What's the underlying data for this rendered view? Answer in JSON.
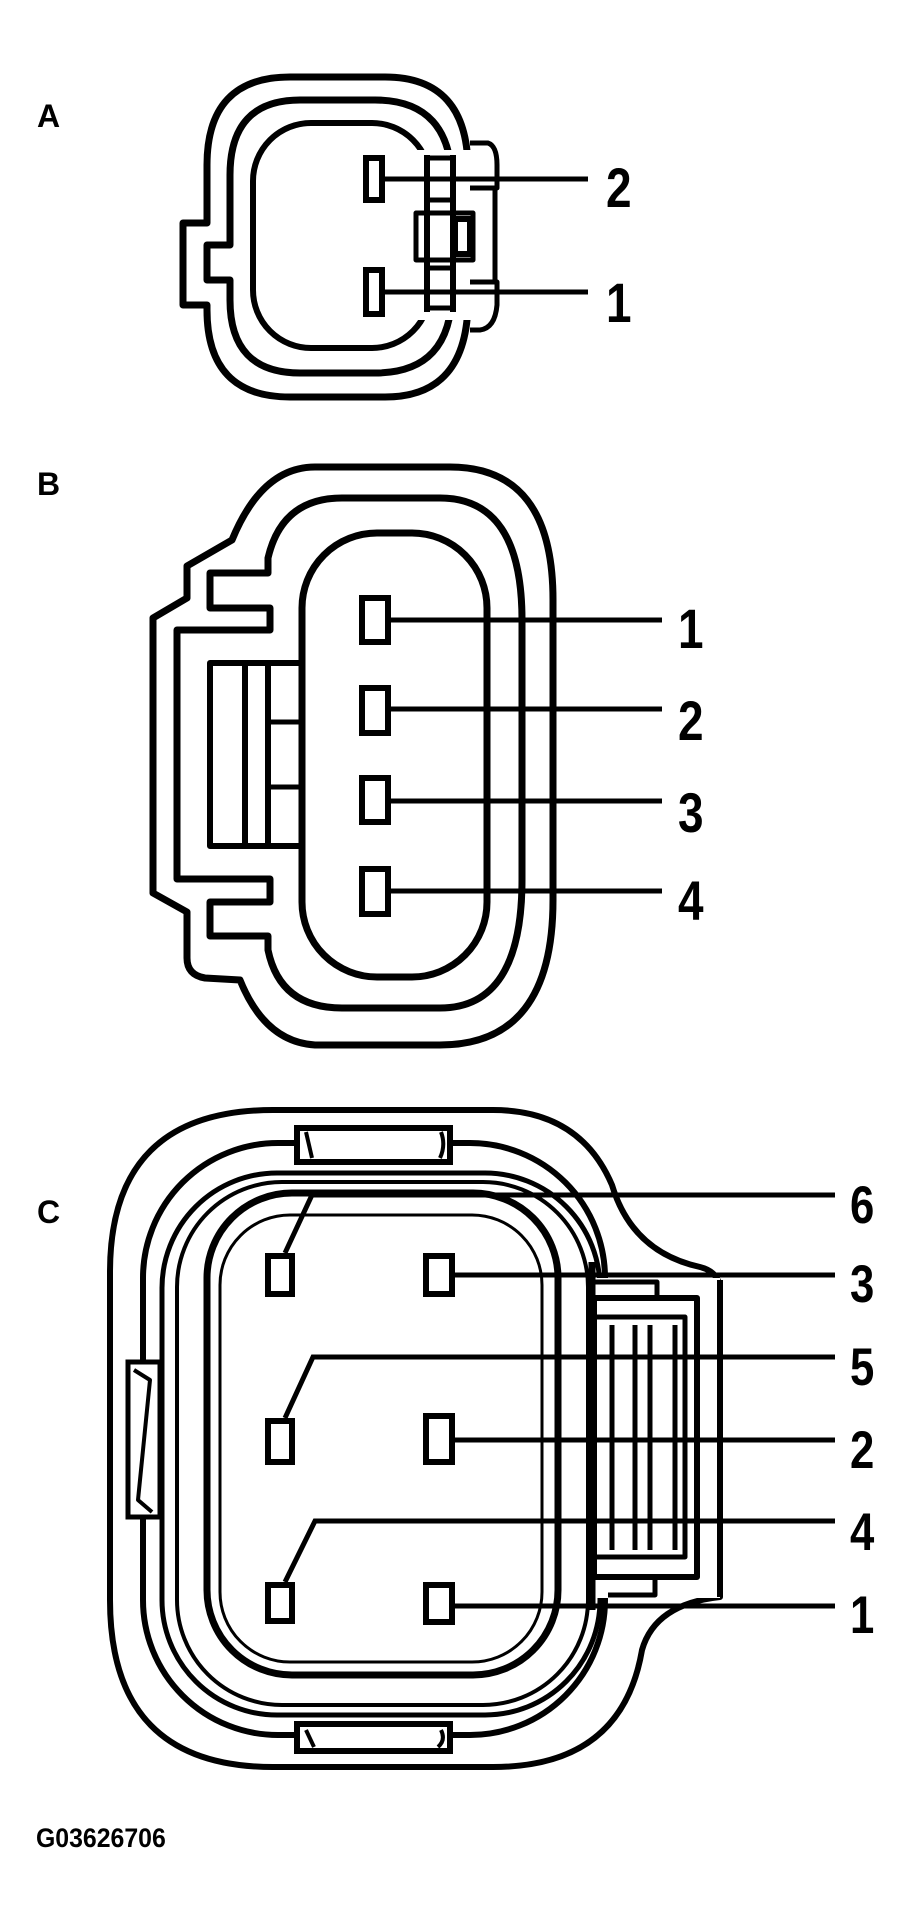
{
  "figure": {
    "id": "G03626706",
    "background": "#ffffff",
    "line_color": "#000000"
  },
  "connectors": [
    {
      "label": "A",
      "pin_count": 2,
      "pins": [
        {
          "number": "2"
        },
        {
          "number": "1"
        }
      ]
    },
    {
      "label": "B",
      "pin_count": 4,
      "pins": [
        {
          "number": "1"
        },
        {
          "number": "2"
        },
        {
          "number": "3"
        },
        {
          "number": "4"
        }
      ]
    },
    {
      "label": "C",
      "pin_count": 6,
      "pins": [
        {
          "number": "6"
        },
        {
          "number": "3"
        },
        {
          "number": "5"
        },
        {
          "number": "2"
        },
        {
          "number": "4"
        },
        {
          "number": "1"
        }
      ]
    }
  ]
}
